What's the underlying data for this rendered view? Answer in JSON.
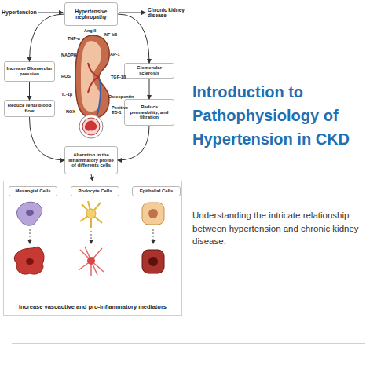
{
  "diagram": {
    "title": "Introduction to Pathophysiology of Hypertension in CKD",
    "nodes": [
      {
        "text": [
          "Hypertensive nephropathy"
        ]
      },
      {
        "text": [
          "Increase Glomerular pression"
        ]
      },
      {
        "text": [
          "Glomerular sclerosis"
        ]
      },
      {
        "text": [
          "Reduce renal blood flow"
        ]
      },
      {
        "text": [
          "Reduce permeability, and filtration"
        ]
      },
      {
        "text": [
          "Alteration in the inflammatory profile of differents cells"
        ]
      },
      {
        "text": [
          "Increase vasoactive and pro-inflammatory mediators"
        ]
      },
      {
        "text": [
          "Mesangial Cells"
        ],
        "in": 6
      },
      {
        "text": [
          "Podocyte Cells"
        ],
        "in": 6
      },
      {
        "text": [
          "Epithelial Cells"
        ],
        "in": 6
      }
    ],
    "edges": [
      {
        "from": 0,
        "to": 1,
        "arrow": "to"
      },
      {
        "from": 1,
        "to": 3,
        "arrow": "to"
      },
      {
        "from": 3,
        "to": 5,
        "arrow": "to"
      },
      {
        "from": 0,
        "to": 2,
        "arrow": "to"
      },
      {
        "from": 2,
        "to": 4,
        "arrow": "to"
      },
      {
        "from": 4,
        "to": 5,
        "arrow": "to"
      },
      {
        "from": 5,
        "to": 6,
        "arrow": "to"
      }
    ],
    "labels": [
      "Hypertension",
      "Chronic kidney disease",
      "Ang II",
      "TNF-α",
      "NF-kB",
      "NADPH",
      "AP-1",
      "ROS",
      "TGF-1β",
      "IL-1β",
      "Osteopontin",
      "NOX",
      "Positive ED-1",
      "Understanding the intricate relationship between hypertension and chronic kidney disease."
    ]
  }
}
